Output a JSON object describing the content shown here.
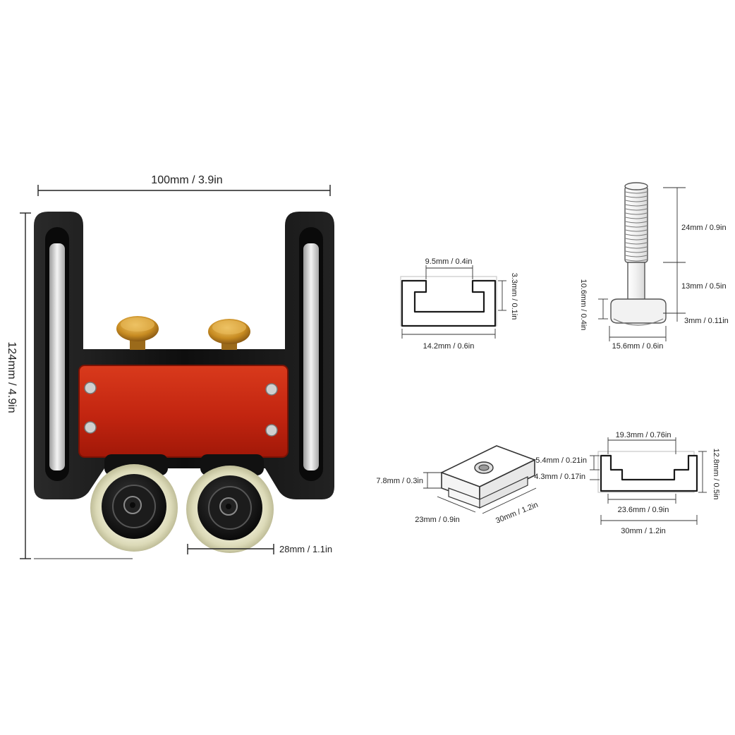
{
  "main_product": {
    "width_label": "100mm / 3.9in",
    "height_label": "124mm / 4.9in",
    "wheel_label": "28mm / 1.1in"
  },
  "track_profile": {
    "slot_label": "9.5mm / 0.4in",
    "depth_label": "3.3mm / 0.1in",
    "width_label": "14.2mm / 0.6in"
  },
  "t_bolt": {
    "thread_label": "24mm / 0.9in",
    "shank_label": "13mm / 0.5in",
    "head_thickness_label": "3mm / 0.11in",
    "head_height_label": "10.6mm / 0.4in",
    "head_width_label": "15.6mm / 0.6in"
  },
  "slider_block": {
    "height_label": "7.8mm / 0.3in",
    "width_label": "23mm / 0.9in",
    "length_label": "30mm / 1.2in"
  },
  "track_section": {
    "top_slot_label": "19.3mm / 0.76in",
    "lip_label": "5.4mm / 0.21in",
    "inner_label": "4.3mm / 0.17in",
    "height_label": "12.8mm / 0.5in",
    "inner_width_label": "23.6mm / 0.9in",
    "outer_width_label": "30mm / 1.2in"
  },
  "colors": {
    "frame": "#141414",
    "plate": "#c8280f",
    "knob": "#d49a2a",
    "wheel_tire": "#e6e5c8"
  }
}
